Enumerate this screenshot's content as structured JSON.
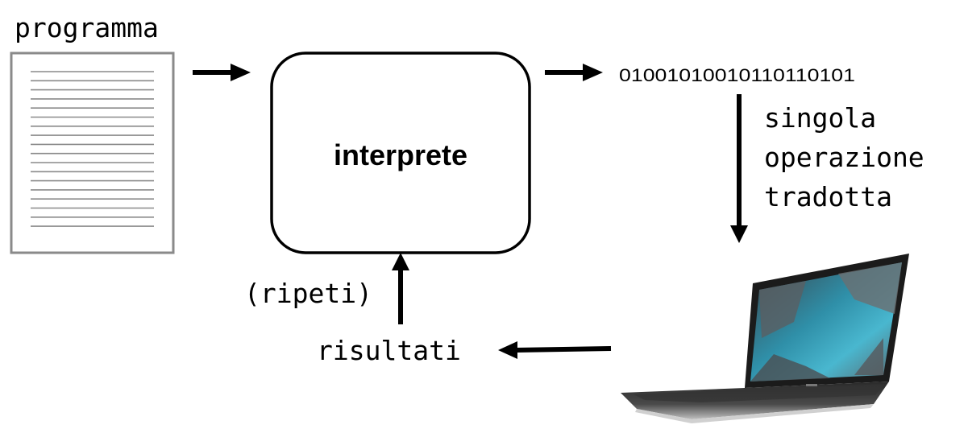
{
  "diagram": {
    "program_label": "programma",
    "interpreter_label": "interprete",
    "binary_output": "01001010010110110101",
    "translated_op_lines": [
      "singola",
      "operazione",
      "tradotta"
    ],
    "repeat_label": "(ripeti)",
    "results_label": "risultati"
  }
}
